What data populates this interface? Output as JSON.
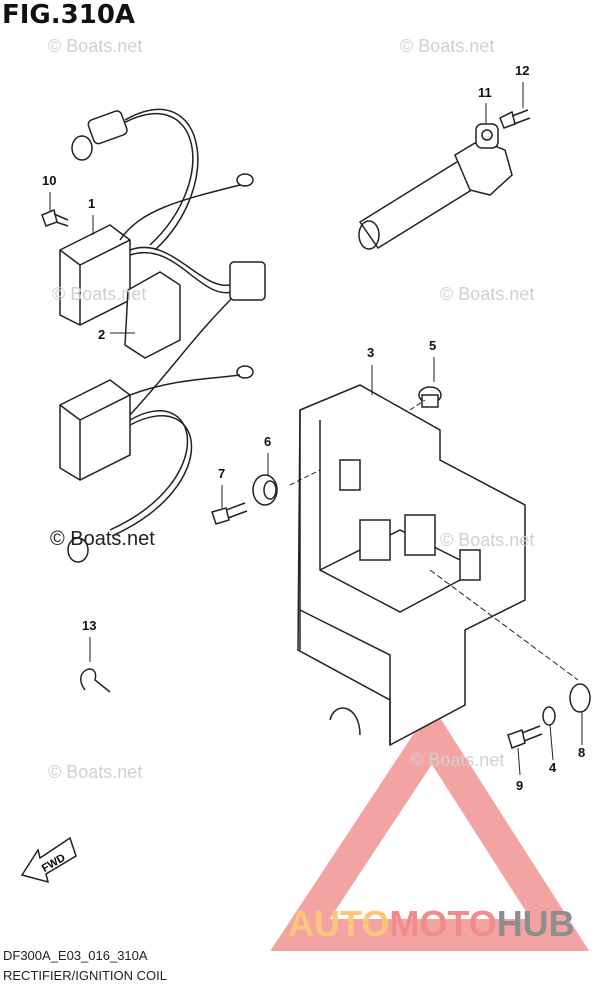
{
  "header": {
    "title": "FIG.310A"
  },
  "watermark": "© Boats.net",
  "callouts": [
    "1",
    "2",
    "3",
    "4",
    "5",
    "6",
    "7",
    "8",
    "9",
    "10",
    "11",
    "12",
    "13"
  ],
  "fwd_label": "FWD",
  "footer": {
    "code": "DF300A_E03_016_310A",
    "description": "RECTIFIER/IGNITION COIL"
  },
  "brand": {
    "part1": "AUTO",
    "part2": "MOTO",
    "part3": "HUB"
  },
  "colors": {
    "brand_orange": "#fcc77d",
    "brand_red": "#f28b8b",
    "brand_gray": "#8e8e8e",
    "line": "#222222"
  }
}
